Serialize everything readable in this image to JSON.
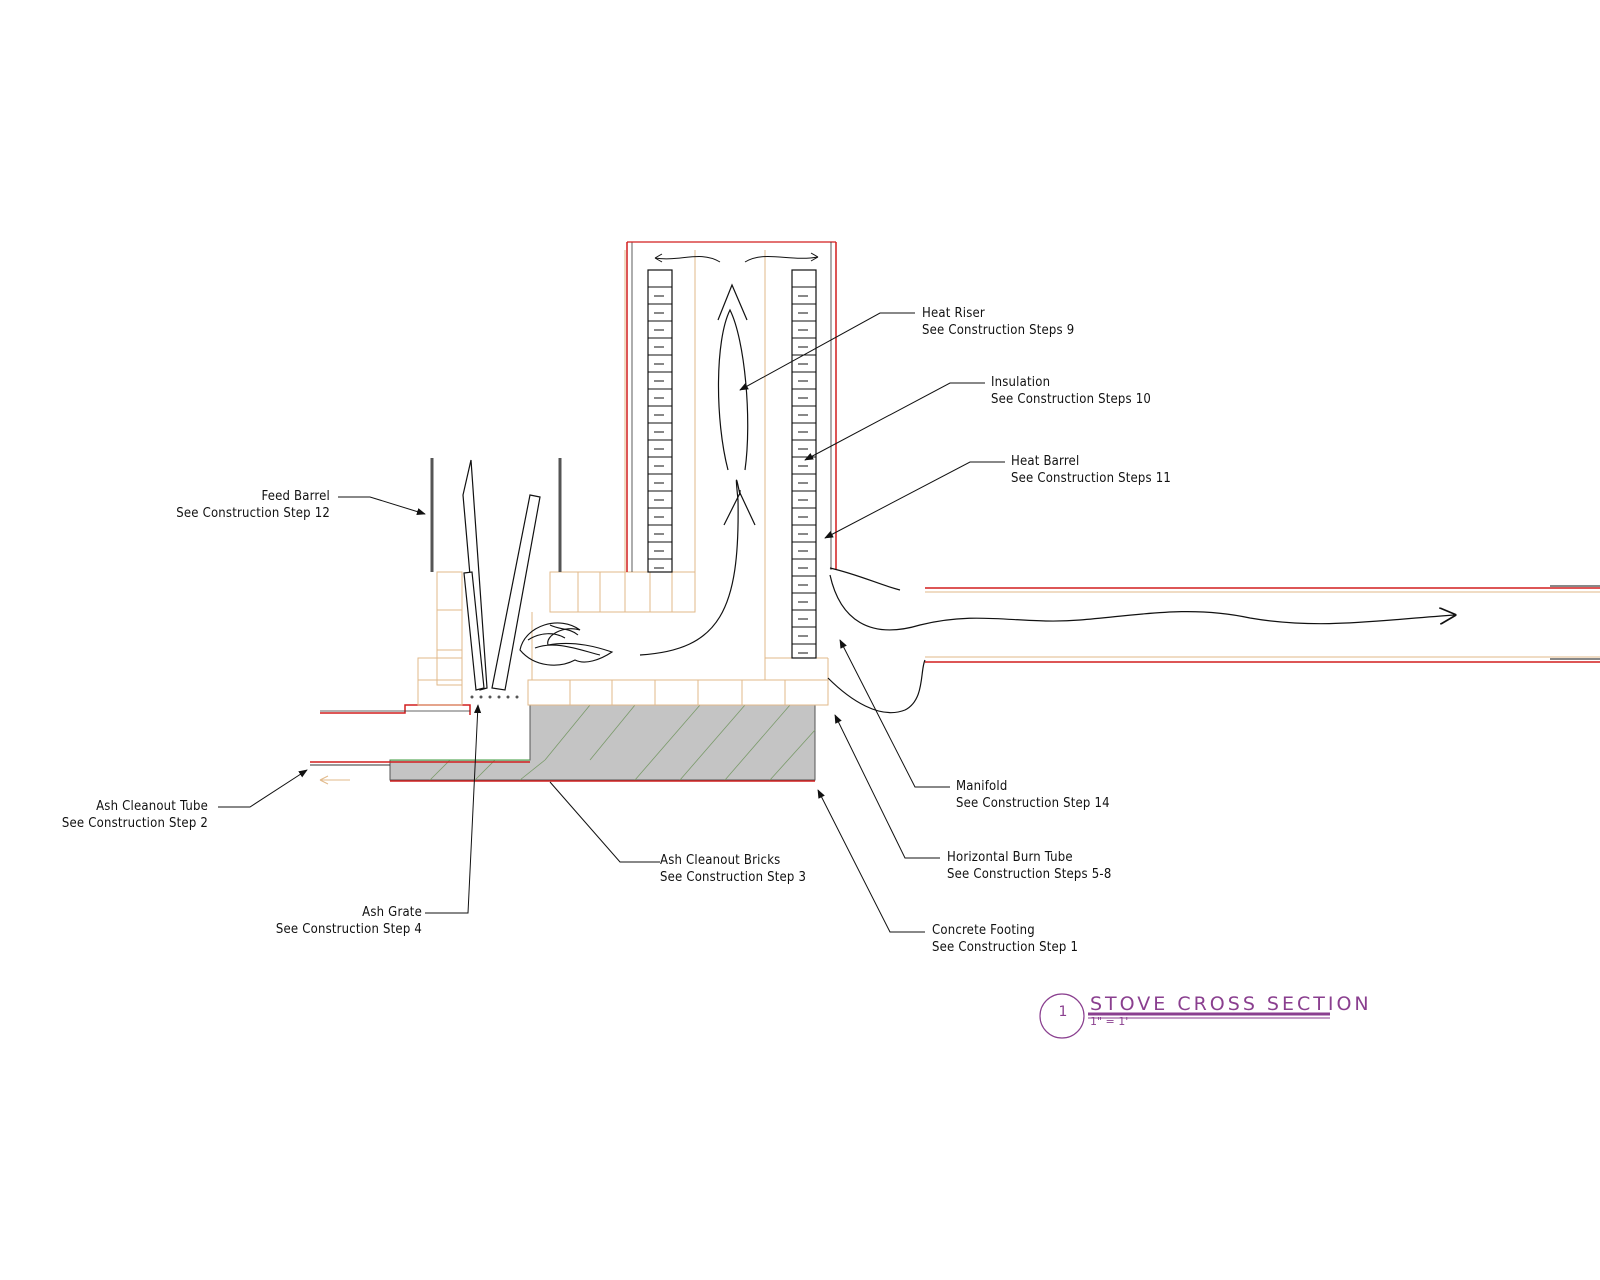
{
  "labels": {
    "feed_barrel": {
      "name": "Feed Barrel",
      "ref": "See Construction Step 12"
    },
    "heat_riser": {
      "name": "Heat Riser",
      "ref": "See Construction Steps 9"
    },
    "insulation": {
      "name": "Insulation",
      "ref": "See Construction Steps 10"
    },
    "heat_barrel": {
      "name": "Heat Barrel",
      "ref": "See Construction Steps 11"
    },
    "ash_cleanout_tube": {
      "name": "Ash Cleanout Tube",
      "ref": "See Construction Step 2"
    },
    "ash_cleanout_bricks": {
      "name": "Ash Cleanout Bricks",
      "ref": "See Construction Step 3"
    },
    "ash_grate": {
      "name": "Ash Grate",
      "ref": "See Construction Step 4"
    },
    "manifold": {
      "name": "Manifold",
      "ref": "See Construction Step 14"
    },
    "horizontal_burn_tube": {
      "name": "Horizontal Burn Tube",
      "ref": "See Construction Steps 5-8"
    },
    "concrete_footing": {
      "name": "Concrete Footing",
      "ref": "See Construction Step 1"
    }
  },
  "title_block": {
    "number": "1",
    "title": "STOVE CROSS SECTION",
    "scale": "1\" = 1'"
  },
  "colors": {
    "line": "#111111",
    "brick": "#e2b98a",
    "red": "#d21f1f",
    "green": "#3a9a3a",
    "concrete": "#c4c4c4",
    "title": "#8a3f8f"
  }
}
